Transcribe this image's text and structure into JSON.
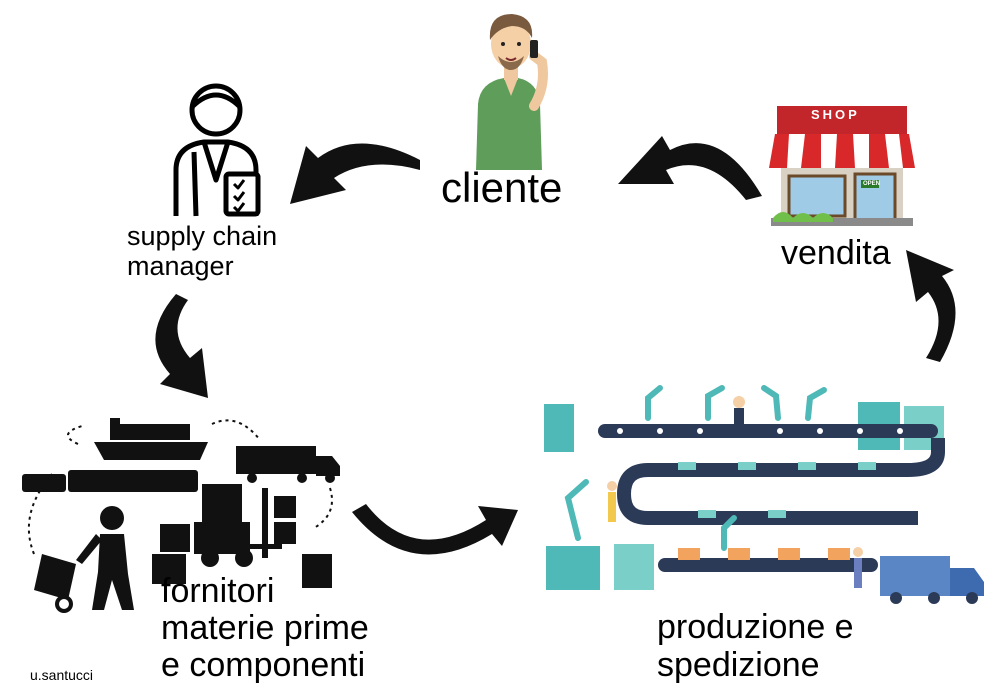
{
  "nodes": {
    "cliente": {
      "label": "cliente"
    },
    "supply_chain_manager": {
      "label_line1": "supply chain",
      "label_line2": "manager"
    },
    "vendita": {
      "label": "vendita"
    },
    "fornitori": {
      "label_line1": "fornitori",
      "label_line2": "materie prime",
      "label_line3": "e componenti"
    },
    "produzione": {
      "label_line1": "produzione e",
      "label_line2": "spedizione"
    }
  },
  "shop_sign": "SHOP",
  "open_sign": "OPEN",
  "credit": "u.santucci",
  "colors": {
    "arrow": "#111111",
    "shirt": "#5e9e5a",
    "awning_red": "#d8282a",
    "conveyor": "#2b3a57",
    "machine_teal": "#4fb9b8",
    "box_orange": "#f2a35e"
  }
}
